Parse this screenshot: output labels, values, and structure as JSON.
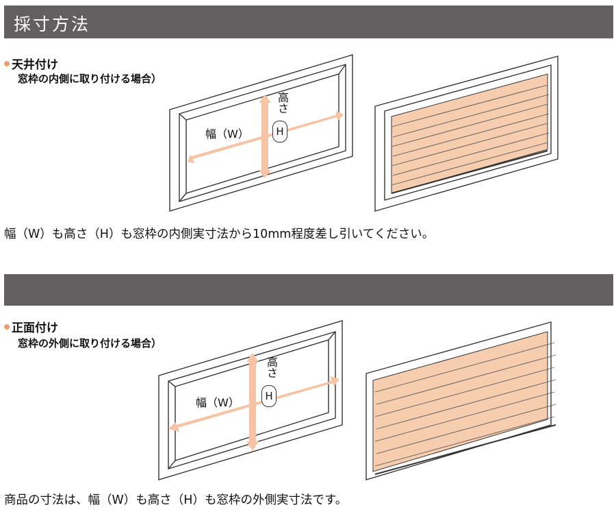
{
  "header": {
    "title": "採寸方法",
    "second_title": ""
  },
  "section1": {
    "heading": "天井付け",
    "note": "窓枠の内側に取り付ける場合）",
    "width_label": "幅（W）",
    "height_label_top": "高さ",
    "height_label_h": "H",
    "description": "幅（W）も高さ（H）も窓枠の内側実寸法から10mm程度差し引いてください。"
  },
  "section2": {
    "heading": "正面付け",
    "note": "窓枠の外側に取り付ける場合）",
    "width_label": "幅（W）",
    "height_label_top": "高さ",
    "height_label_h": "H",
    "description": "商品の寸法は、幅（W）も高さ（H）も窓枠の外側実寸法です。"
  },
  "colors": {
    "header_bg": "#615f60",
    "bullet": "#f0a06a",
    "arrow": "#f6c4a4",
    "pleat_fill": "#f7cdb0",
    "frame_stroke": "#333333"
  }
}
